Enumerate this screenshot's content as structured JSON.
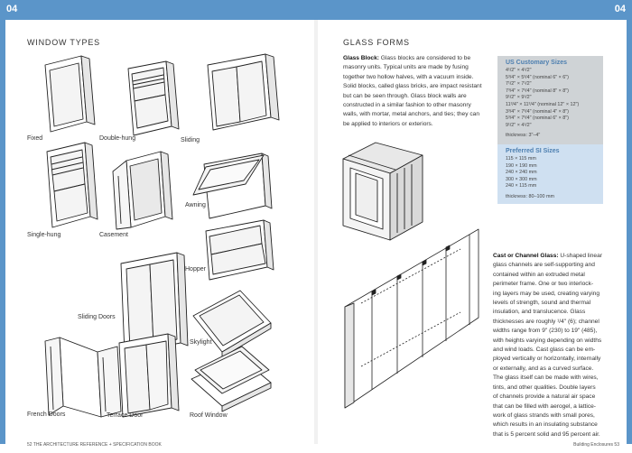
{
  "header": {
    "left_tab": "04",
    "right_tab": "04"
  },
  "left": {
    "title": "WINDOW TYPES",
    "labels": {
      "fixed": "Fixed",
      "double_hung": "Double-hung",
      "sliding": "Sliding",
      "awning": "Awning",
      "single_hung": "Single-hung",
      "casement": "Casement",
      "hopper": "Hopper",
      "sliding_doors": "Sliding Doors",
      "skylight": "Skylight",
      "french_doors": "French Doors",
      "terrace_door": "Terrace Door",
      "roof_window": "Roof Window"
    }
  },
  "right": {
    "title": "GLASS FORMS",
    "glass_block": {
      "term": "Glass Block:",
      "text": " Glass blocks are considered to be masonry units. Typical units are made by fusing together two hollow halves, with a vacuum inside. Solid blocks, called glass bricks, are impact resistant but can be seen through. Glass block walls are constructed in a similar fashion to other masonry walls, with mortar, metal anchors, and ties; they can be applied to interiors or exteriors."
    },
    "us_sizes": {
      "heading": "US Customary Sizes",
      "items": [
        "4¹/2\" × 4¹/2\"",
        "5³/4\" × 5³/4\" (nominal 6\" × 6\")",
        "7¹/2\" × 7¹/2\"",
        "7³/4\" × 7³/4\" (nominal 8\" × 8\")",
        "9¹/2\" × 9¹/2\"",
        "11³/4\" × 11³/4\" (nominal 12\" × 12\")",
        "3³/4\" × 7³/4\" (nominal 4\" × 8\")",
        "5³/4\" × 7³/4\" (nominal 6\" × 8\")",
        "9¹/2\" × 4¹/2\""
      ],
      "thickness": "thickness: 3\"–4\""
    },
    "si_sizes": {
      "heading": "Preferred SI Sizes",
      "items": [
        "115 × 115 mm",
        "190 × 190 mm",
        "240 × 240 mm",
        "300 × 300 mm",
        "240 × 115 mm"
      ],
      "thickness": "thickness: 80–100 mm"
    },
    "channel_glass": {
      "term": "Cast or Channel Glass:",
      "lines": [
        " U-shaped linear",
        "glass channels are self-supporting and",
        "contained within an extruded metal",
        "perimeter frame. One or two interlock-",
        "ing layers may be used, creating varying",
        "levels of strength, sound and thermal",
        "insulation, and translucence. Glass",
        "thicknesses are roughly ¹/4\" (6); channel",
        "widths range from 9\" (230) to 19\" (485),",
        "with heights varying depending on widths",
        "and wind loads. Cast glass can be em-",
        "ployed vertically or horizontally, internally",
        "or externally, and as a curved surface.",
        "The glass itself can be made with wires,",
        "tints, and other qualities. Double layers",
        "of channels provide a natural air space",
        "that can be filled with aerogel, a lattice-",
        "work of glass strands with small pores,",
        "which results in an insulating substance",
        "that is 5 percent solid and 95 percent air."
      ]
    }
  },
  "footer": {
    "left": "52     THE ARCHITECTURE REFERENCE + SPECIFICATION BOOK",
    "right": "Building Enclosures     53"
  }
}
